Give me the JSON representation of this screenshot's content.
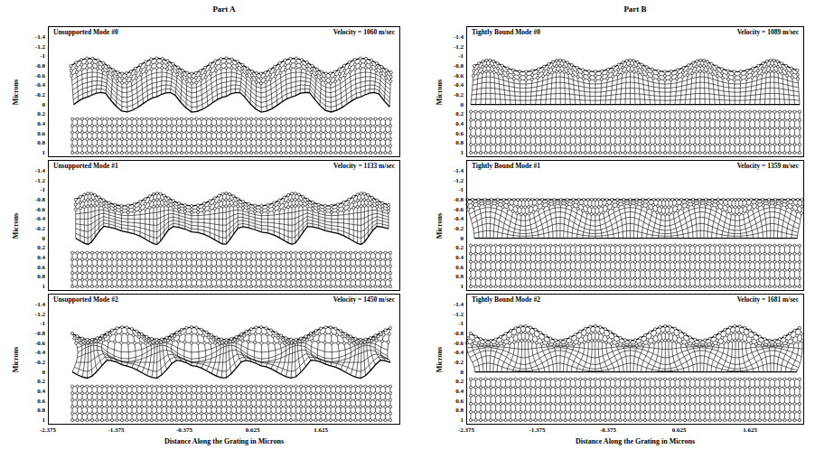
{
  "diagram": {
    "nodes": [
      {
        "text": [
          "Unsupported Mode #0",
          "Velocity = 1060 m/sec"
        ]
      },
      {
        "text": [
          "Unsupported Mode #1",
          "Velocity = 1133 m/sec"
        ]
      },
      {
        "text": [
          "Unsupported Mode #2",
          "Velocity = 1450 m/sec"
        ]
      },
      {
        "text": [
          "Tightly Bound Mode #0",
          "Velocity = 1089 m/sec"
        ]
      },
      {
        "text": [
          "Tightly Bound Mode #1",
          "Velocity = 1359 m/sec"
        ]
      },
      {
        "text": [
          "Tightly Bound Mode #2",
          "Velocity = 1681 m/sec"
        ]
      }
    ],
    "labels": [
      "Part A",
      "Part B",
      "Microns",
      "-1.4",
      "-1.2",
      "-1",
      "-0.8",
      "-0.6",
      "-0.4",
      "-0.2",
      "0",
      "0.2",
      "0.4",
      "0.6",
      "0.8",
      "1",
      "Microns",
      "-1.4",
      "-1.2",
      "-1",
      "-0.8",
      "-0.6",
      "-0.4",
      "-0.2",
      "0",
      "0.2",
      "0.4",
      "0.6",
      "0.8",
      "1",
      "Microns",
      "-1.4",
      "-1.2",
      "-1",
      "-0.8",
      "-0.6",
      "-0.4",
      "-0.2",
      "0",
      "0.2",
      "0.4",
      "0.6",
      "0.8",
      "1",
      "-2.375",
      "-1.375",
      "-0.375",
      "0.625",
      "1.625",
      "Distance Along the Grating in Microns",
      "Microns",
      "-1.4",
      "-1.2",
      "-1",
      "-0.8",
      "-0.6",
      "-0.4",
      "-0.2",
      "0",
      "0.2",
      "0.4",
      "0.6",
      "0.8",
      "1",
      "Microns",
      "-1.4",
      "-1.2",
      "-1",
      "-0.8",
      "-0.6",
      "-0.4",
      "-0.2",
      "0",
      "0.2",
      "0.4",
      "0.6",
      "0.8",
      "1",
      "Microns",
      "-1.4",
      "-1.2",
      "-1",
      "-0.8",
      "-0.6",
      "-0.4",
      "-0.2",
      "0",
      "0.2",
      "0.4",
      "0.6",
      "0.8",
      "1",
      "-2.375",
      "-1.375",
      "-0.375",
      "0.625",
      "1.625",
      "Distance Along the Grating in Microns"
    ]
  }
}
